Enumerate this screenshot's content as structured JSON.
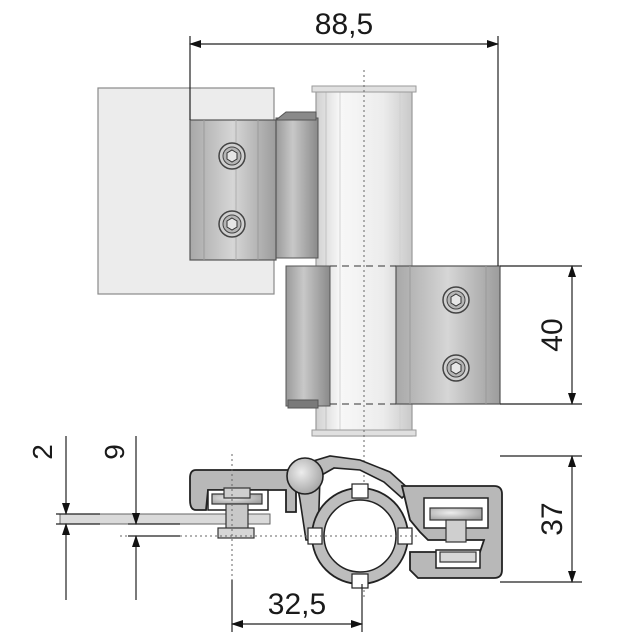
{
  "dimensions": {
    "overall_width": "88,5",
    "leaf_height": "40",
    "gap_offset": "2",
    "rebate_offset": "9",
    "depth": "37",
    "axis_offset": "32,5"
  },
  "colors": {
    "frame_panel": "#ececec",
    "leaf_plate": "#c4c4c4",
    "plate_dark": "#8e8e8e",
    "barrel": "#f4f4f4",
    "section_fill": "#b5b5b5",
    "line": "#222222"
  }
}
